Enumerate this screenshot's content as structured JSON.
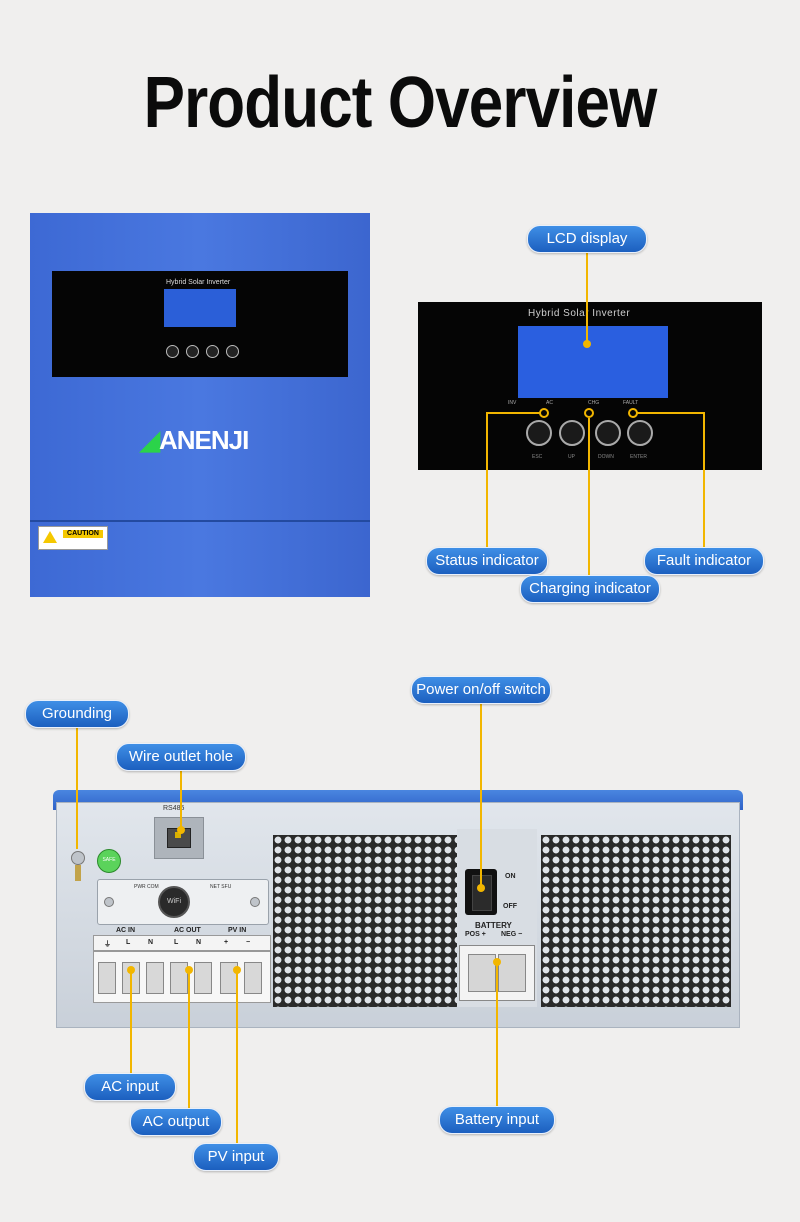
{
  "page": {
    "title": "Product Overview"
  },
  "front_panel": {
    "brand": "ANENJI",
    "display_title": "Hybrid Solar Inverter",
    "caution_label": "CAUTION"
  },
  "display_closeup": {
    "title": "Hybrid Solar Inverter",
    "indicator_labels": [
      "INV",
      "AC",
      "CHG",
      "FAULT"
    ],
    "button_labels": [
      "ESC",
      "UP",
      "DOWN",
      "ENTER"
    ]
  },
  "callouts_top": {
    "lcd_display": "LCD display",
    "status_indicator": "Status indicator",
    "charging_indicator": "Charging indicator",
    "fault_indicator": "Fault indicator"
  },
  "callouts_rear": {
    "grounding": "Grounding",
    "wire_outlet_hole": "Wire outlet hole",
    "power_switch": "Power on/off switch",
    "ac_input": "AC input",
    "ac_output": "AC output",
    "pv_input": "PV input",
    "battery_input": "Battery input"
  },
  "rear_panel": {
    "rs485": "RS485",
    "wifi_label": "WiFi",
    "pwr_com": "PWR COM",
    "net_sfu": "NET SFU",
    "ac_in": "AC IN",
    "ac_out": "AC OUT",
    "pv_in": "PV IN",
    "l": "L",
    "n": "N",
    "plus": "+",
    "minus": "−",
    "on": "ON",
    "off": "OFF",
    "battery": "BATTERY",
    "pos": "POS +",
    "neg": "NEG −",
    "sticker": "SAFE"
  }
}
